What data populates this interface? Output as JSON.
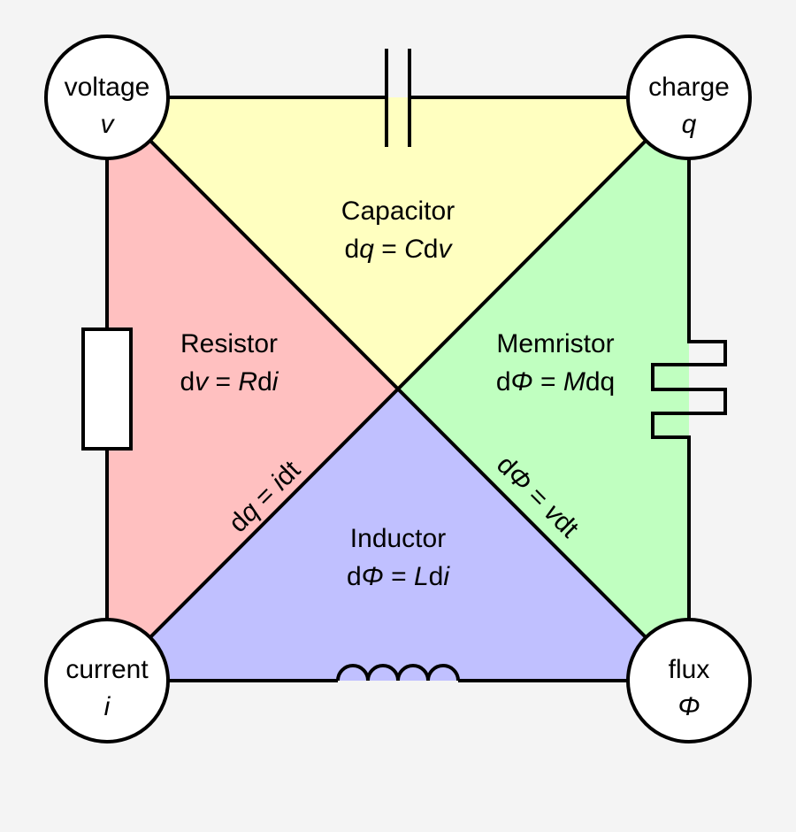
{
  "nodes": {
    "voltage": {
      "name": "voltage",
      "symbol": "v"
    },
    "charge": {
      "name": "charge",
      "symbol": "q"
    },
    "current": {
      "name": "current",
      "symbol": "i"
    },
    "flux": {
      "name": "flux",
      "symbol": "Φ"
    }
  },
  "regions": {
    "capacitor": {
      "name": "Capacitor",
      "color": "#ffffc0"
    },
    "resistor": {
      "name": "Resistor",
      "color": "#ffc0c0"
    },
    "memristor": {
      "name": "Memristor",
      "color": "#c0ffc0"
    },
    "inductor": {
      "name": "Inductor",
      "color": "#c0c0ff"
    }
  },
  "relations": {
    "capacitor": {
      "d": "d",
      "var1": "q",
      "eq": " = ",
      "coef": "C",
      "d2": "d",
      "var2": "v"
    },
    "resistor": {
      "d": "d",
      "var1": "v",
      "eq": " = ",
      "coef": "R",
      "d2": "d",
      "var2": "i"
    },
    "memristor": {
      "d": "d",
      "var1": "Φ",
      "eq": " = ",
      "coef": "M",
      "d2": "dq"
    },
    "inductor": {
      "d": "d",
      "var1": "Φ",
      "eq": " = ",
      "coef": "L",
      "d2": "d",
      "var2": "i"
    },
    "charge_current": {
      "d": "d",
      "var1": "q",
      "eq": " = ",
      "var2": "i",
      "tail": "dt"
    },
    "flux_voltage": {
      "d": "d",
      "var1": "Φ",
      "eq": " = ",
      "var2": "v",
      "tail": "dt"
    }
  }
}
